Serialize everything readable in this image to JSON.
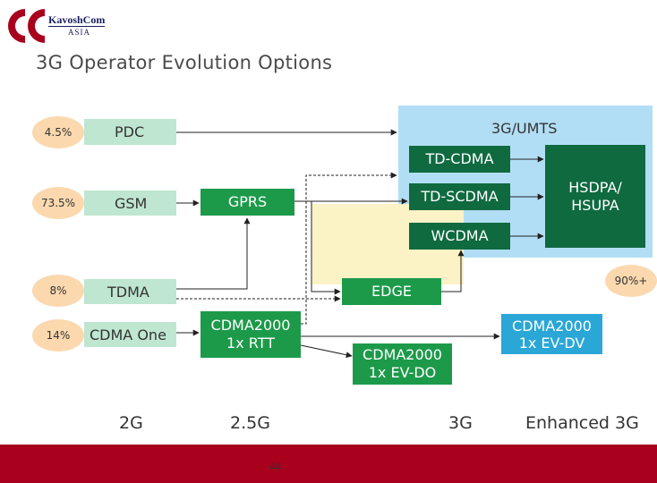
{
  "logo": {
    "name": "KavoshCom",
    "sub": "ASIA",
    "color": "#a8001d"
  },
  "title": "3G Operator Evolution Options",
  "shares": {
    "pdc": "4.5%",
    "gsm": "73.5%",
    "tdma": "8%",
    "cdma_one": "14%",
    "enhanced": "90%+"
  },
  "systems": {
    "pdc": "PDC",
    "gsm": "GSM",
    "tdma": "TDMA",
    "cdma_one": "CDMA One",
    "gprs": "GPRS",
    "edge": "EDGE",
    "cdma2000_rtt": "CDMA2000\n1x RTT",
    "cdma2000_evdo": "CDMA2000\n1x EV-DO",
    "cdma2000_evdv": "CDMA2000\n1x EV-DV"
  },
  "umts": {
    "title": "3G/UMTS",
    "td_cdma": "TD-CDMA",
    "td_scdma": "TD-SCDMA",
    "wcdma": "WCDMA",
    "hsdpa": "HSDPA/\nHSUPA"
  },
  "generations": {
    "g2": "2G",
    "g25": "2.5G",
    "g3": "3G",
    "enhanced": "Enhanced 3G"
  },
  "page_number": "44",
  "colors": {
    "light_green": "#bfe6d0",
    "dark_green": "#0f6a40",
    "mid_green": "#1c9a4a",
    "umts_blue": "#b2def5",
    "edge_yellow": "#fbf2c6",
    "evdv_blue": "#2aa7d6",
    "share_peach": "#fbd8ae",
    "footer_red": "#a8001d"
  }
}
